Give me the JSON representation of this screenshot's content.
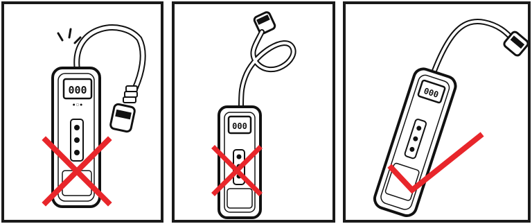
{
  "panels": [
    {
      "id": "panel-1",
      "verdict": "incorrect",
      "device_display": "000"
    },
    {
      "id": "panel-2",
      "verdict": "incorrect",
      "device_display": "000"
    },
    {
      "id": "panel-3",
      "verdict": "correct",
      "device_display": "000"
    }
  ],
  "colors": {
    "frame": "#1a1a1a",
    "incorrect_mark": "#e8262b",
    "correct_mark": "#e8262b",
    "device_outline": "#111111"
  },
  "icons": [
    "cross-mark-icon",
    "check-mark-icon",
    "gas-detector-icon"
  ]
}
